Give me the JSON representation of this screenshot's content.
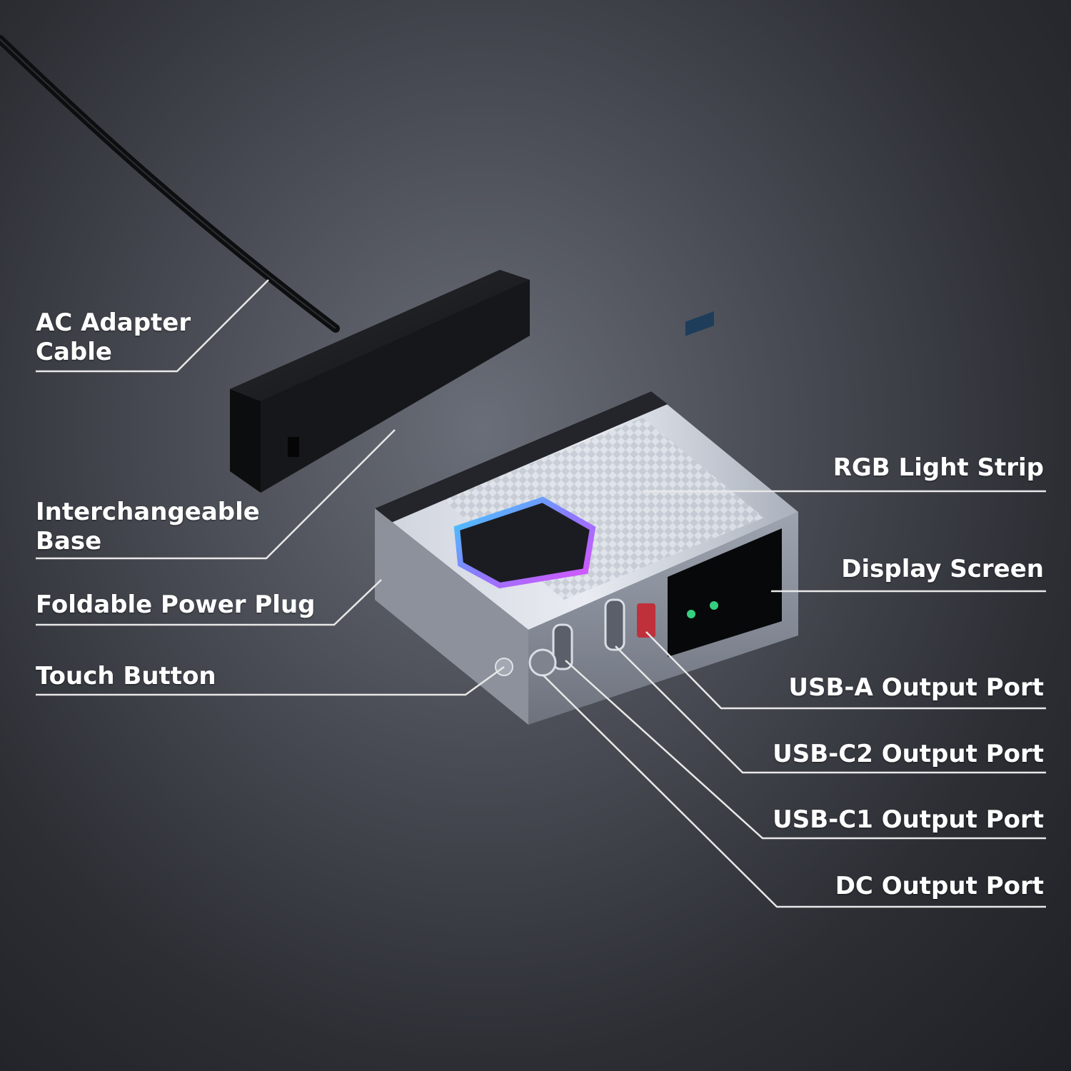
{
  "colors": {
    "label_text": "#ffffff",
    "leader_line": "#e8e8e8",
    "background_center": "#6a6e78",
    "background_edge": "#1f2025",
    "rgb_glow_cyan": "#38d4ff",
    "rgb_glow_magenta": "#e050ff"
  },
  "labels": {
    "ac_adapter_cable": [
      "AC Adapter",
      "Cable"
    ],
    "interchangeable_base": [
      "Interchangeable",
      "Base"
    ],
    "foldable_power_plug": "Foldable Power Plug",
    "touch_button": "Touch Button",
    "rgb_light_strip": "RGB Light Strip",
    "display_screen": "Display Screen",
    "usb_a_output_port": "USB-A Output Port",
    "usb_c2_output_port": "USB-C2 Output Port",
    "usb_c1_output_port": "USB-C1 Output Port",
    "dc_output_port": "DC Output Port"
  }
}
